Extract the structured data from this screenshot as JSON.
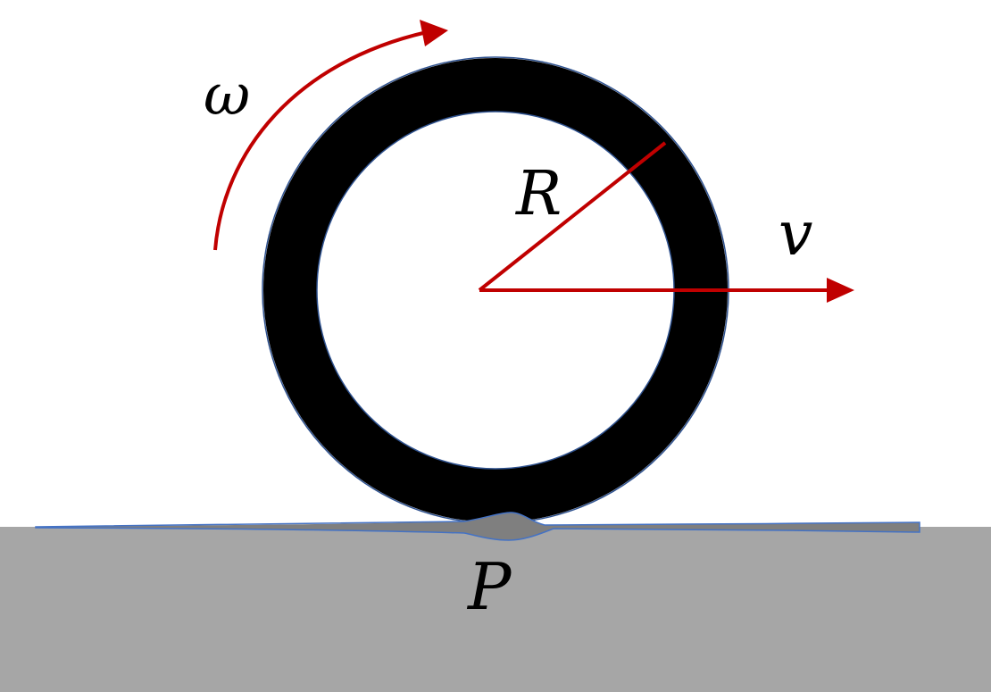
{
  "diagram": {
    "labels": {
      "omega": "ω",
      "radius": "R",
      "velocity": "v",
      "contact_point": "P"
    },
    "colors": {
      "background": "#ffffff",
      "ground": "#a6a6a6",
      "wheel": "#000000",
      "wheel_outline": "#2f528f",
      "vector": "#c00000",
      "contact_zone": "#7f7f7f",
      "contact_outline": "#4472c4"
    },
    "icons": {
      "rotation_arrow": "curved-arrow-icon",
      "velocity_arrow": "arrow-right-icon"
    }
  }
}
